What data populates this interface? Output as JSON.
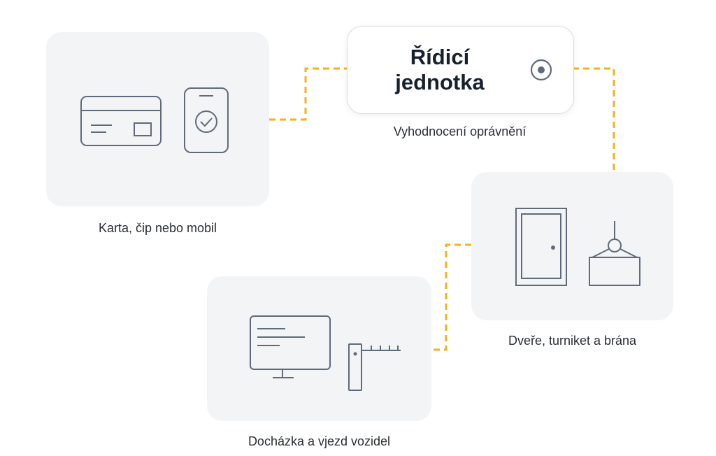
{
  "control_unit": {
    "title_line1": "Řídicí",
    "title_line2": "jednotka",
    "caption": "Vyhodnocení oprávnění",
    "indicator_icon": "radio-indicator-icon"
  },
  "nodes": {
    "input": {
      "caption": "Karta, čip nebo mobil",
      "icons": [
        "access-card-icon",
        "mobile-check-icon"
      ]
    },
    "exit": {
      "caption": "Dveře, turniket a brána",
      "icons": [
        "door-icon",
        "turnstile-icon"
      ]
    },
    "attendance": {
      "caption": "Docházka a vjezd vozidel",
      "icons": [
        "monitor-icon",
        "barrier-gate-icon"
      ]
    }
  },
  "colors": {
    "panel": "#f3f4f6",
    "icon_stroke": "#5f6b7a",
    "connector": "#f5b21a",
    "title": "#16202e"
  }
}
